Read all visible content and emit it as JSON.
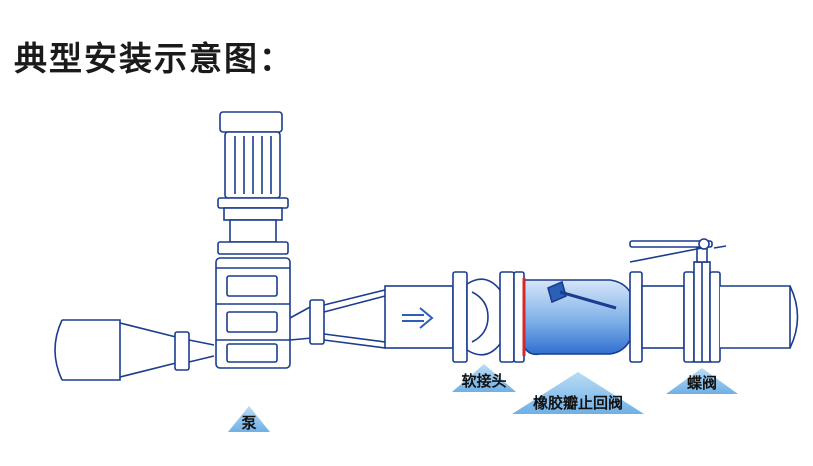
{
  "title": "典型安装示意图：",
  "labels": {
    "pump": "泵",
    "flex_joint": "软接头",
    "check_valve": "橡胶瓣止回阀",
    "butterfly_valve": "蝶阀"
  },
  "colors": {
    "line": "#1a3d8f",
    "body_fill": "#eef3fb",
    "valve_blue": "#4a86d9",
    "valve_light": "#d6e6f8",
    "red_seat": "#d62828",
    "label_triangle": "#8fc3ea",
    "flow_arrow": "#2c5fb8"
  }
}
